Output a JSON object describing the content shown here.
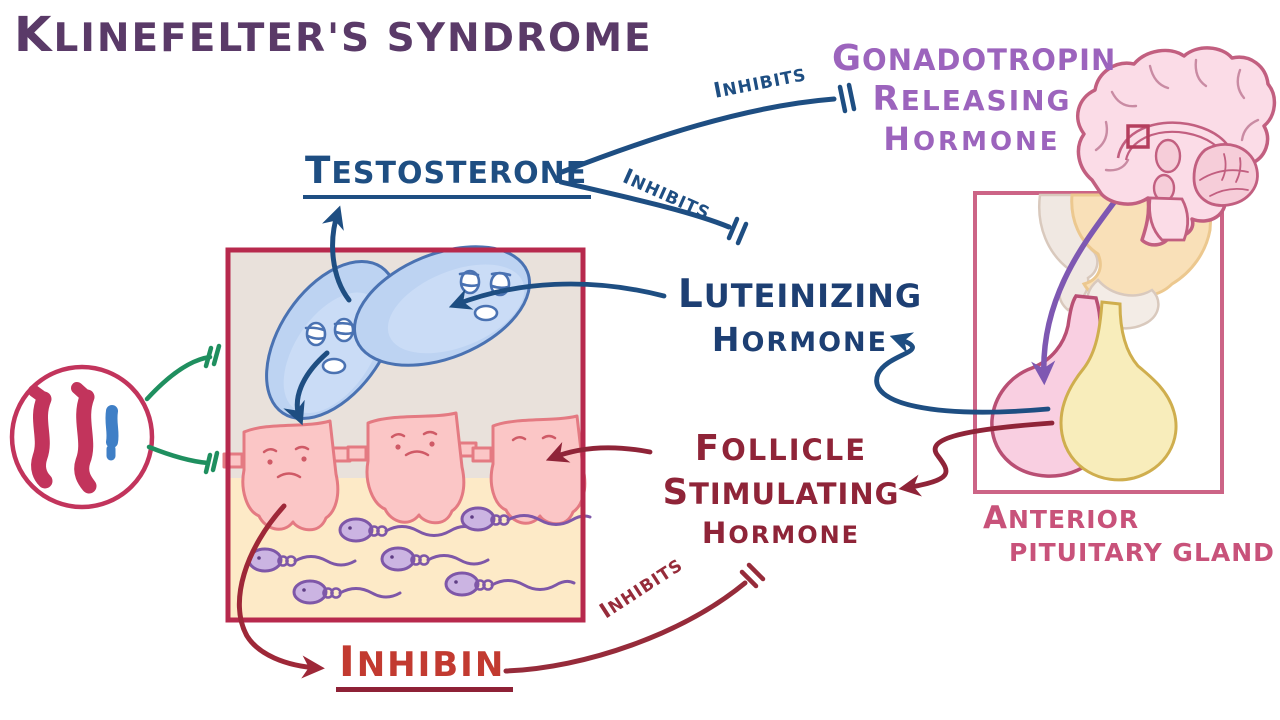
{
  "title": "KLINEFELTER'S SYNDROME",
  "hormones": {
    "testosterone": "TESTOSTERONE",
    "gnrh": {
      "line1": "GONADOTROPIN",
      "line2": "RELEASING",
      "line3": "HORMONE"
    },
    "luteinizing": {
      "line1": "LUTEINIZING",
      "line2": "HORMONE"
    },
    "fsh": {
      "line1": "FOLLICLE",
      "line2": "STIMULATING",
      "line3": "HORMONE"
    },
    "inhibin": "INHIBIN"
  },
  "annotations": {
    "inhibits_gnrh": "INHIBITS",
    "inhibits_lh": "INHIBITS",
    "inhibits_fsh": "INHIBITS",
    "anterior_pituitary": {
      "line1": "ANTERIOR",
      "line2": "PITUITARY GLAND"
    }
  },
  "colors": {
    "title_purple": "#5a3a68",
    "gnrh_purple": "#9c64bd",
    "testosterone_blue": "#1e4e82",
    "lh_navy": "#1d3f73",
    "fsh_dark_red": "#8f2438",
    "inhibin_red": "#c23a30",
    "anterior_pituitary_pink": "#c8527a",
    "inhibition_green": "#1f8f5f",
    "testis_box_border": "#b7294d",
    "pituitary_box_border": "#cc6486",
    "chromosome_red": "#c2345c",
    "chromosome_blue": "#3f7fc6",
    "sperm_purple": "#7e57a8"
  }
}
